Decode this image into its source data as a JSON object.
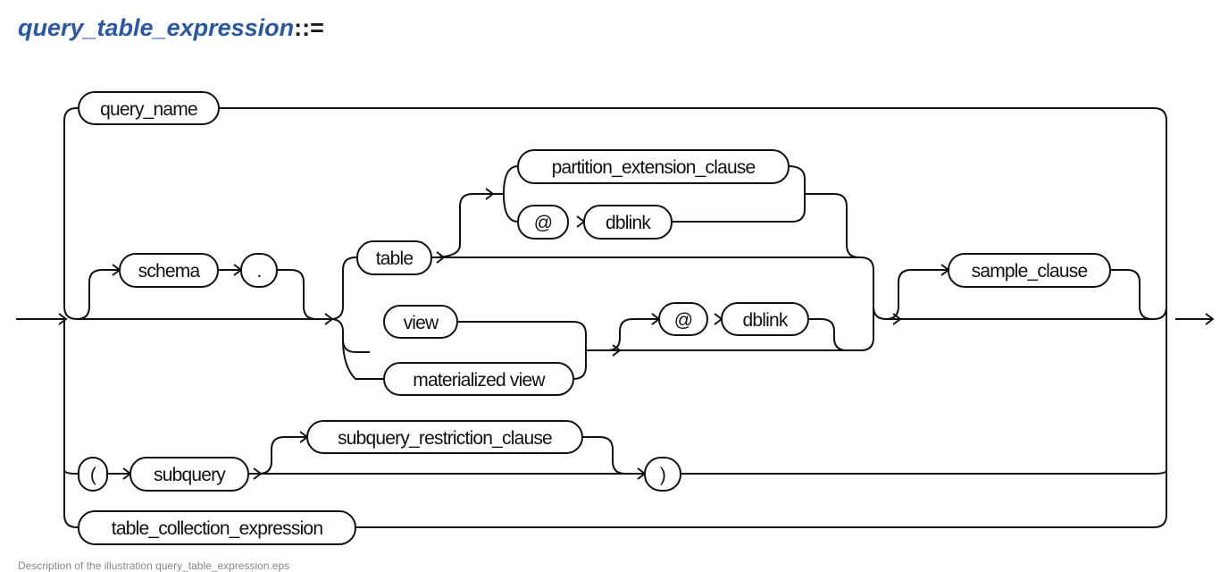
{
  "title": {
    "name": "query_table_expression",
    "operator": "::="
  },
  "nodes": {
    "query_name": "query_name",
    "partition_extension_clause": "partition_extension_clause",
    "at_1": "@",
    "dblink_1": "dblink",
    "schema": "schema",
    "dot": ".",
    "table": "table",
    "sample_clause": "sample_clause",
    "view": "view",
    "materialized_view": "materialized view",
    "at_2": "@",
    "dblink_2": "dblink",
    "open_paren": "(",
    "subquery": "subquery",
    "subquery_restriction_clause": "subquery_restriction_clause",
    "close_paren": ")",
    "table_collection_expression": "table_collection_expression"
  },
  "caption": "Description of the illustration query_table_expression.eps"
}
